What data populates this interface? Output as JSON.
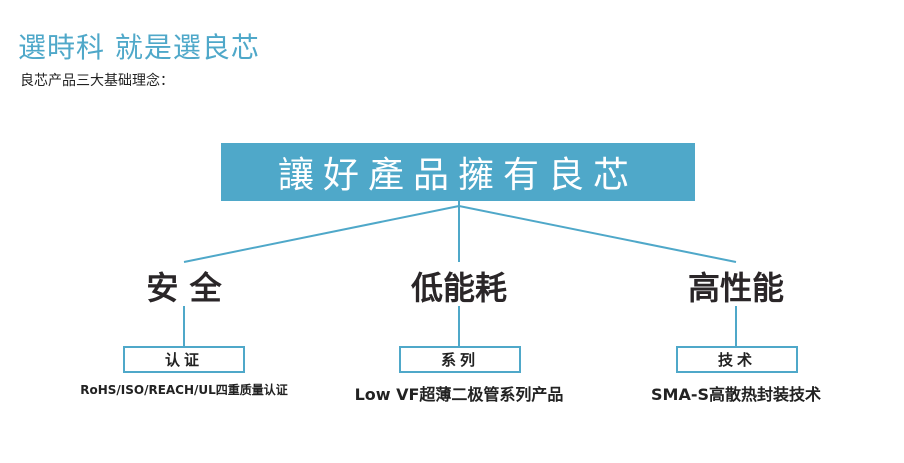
{
  "heading": "選時科 就是選良芯",
  "subheading": "良芯产品三大基础理念：",
  "banner": "讓好產品擁有良芯",
  "pillars": [
    {
      "title": "安 全",
      "tag": "认证",
      "description": "RoHS/ISO/REACH/UL四重质量认证"
    },
    {
      "title": "低能耗",
      "tag": "系列",
      "description": "Low VF超薄二极管系列产品"
    },
    {
      "title": "高性能",
      "tag": "技术",
      "description": "SMA-S高散热封装技术"
    }
  ],
  "colors": {
    "accent": "#4fa8c9",
    "text": "#222222",
    "title": "#2a2628"
  }
}
